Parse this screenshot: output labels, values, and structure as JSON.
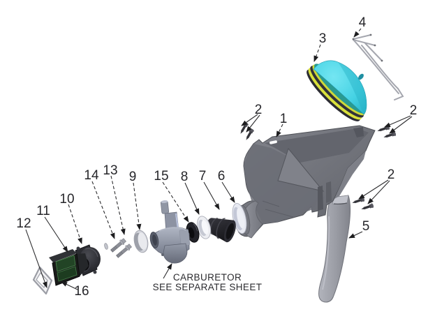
{
  "diagram_type": "exploded-parts-diagram",
  "note": {
    "line1": "CARBURETOR",
    "line2": "SEE SEPARATE SHEET"
  },
  "callouts": [
    {
      "label": "1"
    },
    {
      "label": "2"
    },
    {
      "label": "2"
    },
    {
      "label": "2"
    },
    {
      "label": "3"
    },
    {
      "label": "4"
    },
    {
      "label": "5"
    },
    {
      "label": "6"
    },
    {
      "label": "7"
    },
    {
      "label": "8"
    },
    {
      "label": "9"
    },
    {
      "label": "10"
    },
    {
      "label": "11"
    },
    {
      "label": "12"
    },
    {
      "label": "13"
    },
    {
      "label": "14"
    },
    {
      "label": "15"
    },
    {
      "label": "16"
    }
  ],
  "colors": {
    "filter_dome_cyan": "#45d2e4",
    "filter_seal_yellow": "#d9e03b",
    "filter_seal_dark": "#323239",
    "airbox_gray": "#72747c",
    "carburetor_silver": "#99a0b0",
    "reed_green": "#224425",
    "line_black": "#2c2c2e",
    "background": "#ffffff"
  }
}
